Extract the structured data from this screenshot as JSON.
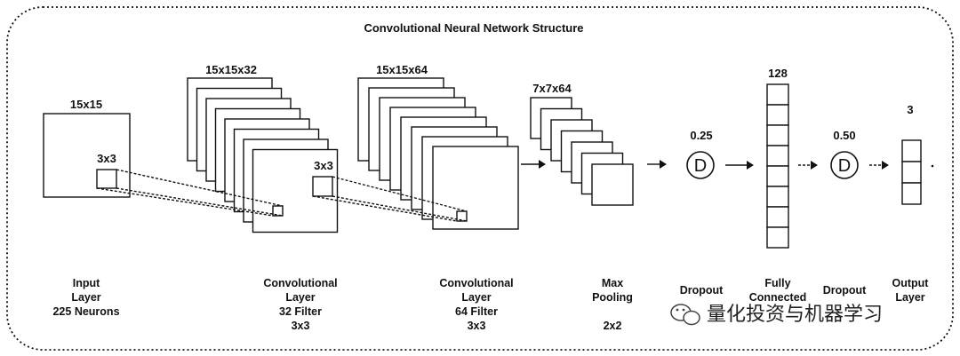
{
  "title": "Convolutional Neural Network Structure",
  "dims": {
    "input": "15x15",
    "kernel1": "3x3",
    "conv1": "15x15x32",
    "kernel2": "3x3",
    "conv2": "15x15x64",
    "pool": "7x7x64",
    "dropout1_rate": "0.25",
    "dense": "128",
    "dropout2_rate": "0.50",
    "output": "3",
    "dropout_symbol": "D"
  },
  "labels": {
    "input": [
      "Input",
      "Layer",
      "225 Neurons"
    ],
    "conv1": [
      "Convolutional",
      "Layer",
      "32 Filter",
      "3x3"
    ],
    "conv2": [
      "Convolutional",
      "Layer",
      "64 Filter",
      "3x3"
    ],
    "pool": [
      "Max",
      "Pooling",
      "",
      "2x2"
    ],
    "dropout1": [
      "Dropout"
    ],
    "dense": [
      "Fully",
      "Connected"
    ],
    "dropout2": [
      "Dropout"
    ],
    "output": [
      "Output",
      "Layer"
    ]
  },
  "watermark": "量化投资与机器学习",
  "watermark_icon": "wechat-icon"
}
